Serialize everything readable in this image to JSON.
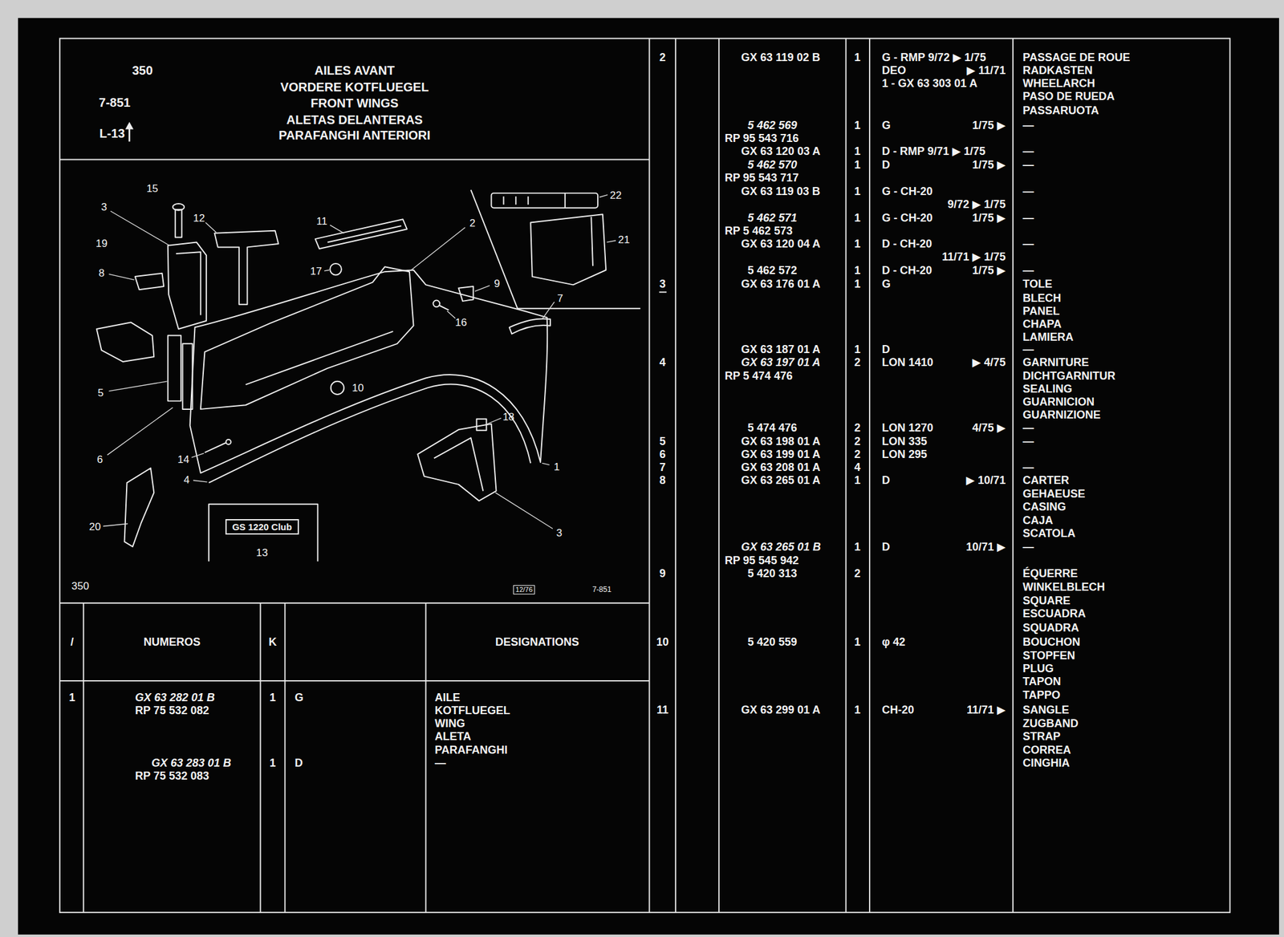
{
  "diagram": {
    "nodes": [
      {
        "text": [
          "350",
          "7-851",
          "L-13",
          "AILES AVANT",
          "VORDERE KOTFLUEGEL",
          "FRONT WINGS",
          "ALETAS DELANTERAS",
          "PARAFANGHI ANTERIORI"
        ]
      },
      {
        "text": [
          "GS 1220 Club"
        ]
      },
      {
        "text": [
          "12/76"
        ]
      }
    ],
    "labels": [
      "15",
      "3",
      "12",
      "11",
      "2",
      "22",
      "21",
      "19",
      "8",
      "17",
      "9",
      "7",
      "16",
      "5",
      "10",
      "18",
      "6",
      "14",
      "1",
      "4",
      "3",
      "20",
      "13",
      "350",
      "7-851",
      "/",
      "NUMEROS",
      "K",
      "DESIGNATIONS",
      "1",
      "GX 63 282 01 B",
      "RP 75 532 082",
      "1",
      "G",
      "AILE",
      "KOTFLUEGEL",
      "WING",
      "ALETA",
      "PARAFANGHI",
      "—",
      "GX 63 283 01 B",
      "RP 75 532 083",
      "1",
      "D",
      "2",
      "GX 63 119 02 B",
      "1",
      "G - RMP 9/72 ▶ 1/75",
      "PASSAGE DE ROUE",
      "DEO",
      "▶ 11/71",
      "RADKASTEN",
      "1 - GX 63 303 01 A",
      "WHEELARCH",
      "PASO DE RUEDA",
      "PASSARUOTA",
      "5 462 569",
      "1",
      "G",
      "1/75 ▶",
      "—",
      "RP 95 543 716",
      "GX 63 120 03 A",
      "1",
      "D - RMP 9/71 ▶ 1/75",
      "—",
      "5 462 570",
      "1",
      "D",
      "1/75 ▶",
      "—",
      "RP 95 543 717",
      "GX 63 119 03 B",
      "1",
      "G - CH-20",
      "—",
      "9/72 ▶ 1/75",
      "5 462 571",
      "1",
      "G - CH-20",
      "1/75 ▶",
      "—",
      "RP 5 462 573",
      "GX 63 120 04 A",
      "1",
      "D - CH-20",
      "—",
      "11/71 ▶ 1/75",
      "5 462 572",
      "1",
      "D - CH-20",
      "1/75 ▶",
      "—",
      "3",
      "GX 63 176 01 A",
      "1",
      "G",
      "TOLE",
      "BLECH",
      "PANEL",
      "CHAPA",
      "LAMIERA",
      "GX 63 187 01 A",
      "1",
      "D",
      "—",
      "4",
      "GX 63 197 01 A",
      "2",
      "LON 1410",
      "▶ 4/75",
      "GARNITURE",
      "RP 5 474 476",
      "DICHTGARNITUR",
      "SEALING",
      "GUARNICION",
      "GUARNIZIONE",
      "5 474 476",
      "2",
      "LON 1270",
      "4/75 ▶",
      "—",
      "5",
      "GX 63 198 01 A",
      "2",
      "LON 335",
      "—",
      "6",
      "GX 63 199 01 A",
      "2",
      "LON 295",
      "7",
      "GX 63 208 01 A",
      "4",
      "—",
      "8",
      "GX 63 265 01 A",
      "1",
      "D",
      "▶ 10/71",
      "CARTER",
      "GEHAEUSE",
      "CASING",
      "CAJA",
      "SCATOLA",
      "GX 63 265 01 B",
      "1",
      "D",
      "10/71 ▶",
      "—",
      "RP 95 545 942",
      "9",
      "5 420 313",
      "2",
      "ÉQUERRE",
      "WINKELBLECH",
      "SQUARE",
      "ESCUADRA",
      "SQUADRA",
      "10",
      "5 420 559",
      "1",
      "φ 42",
      "BOUCHON",
      "STOPFEN",
      "PLUG",
      "TAPON",
      "TAPPO",
      "11",
      "GX 63 299 01 A",
      "1",
      "CH-20",
      "11/71 ▶",
      "SANGLE",
      "ZUGBAND",
      "STRAP",
      "CORREA",
      "CINGHIA"
    ]
  }
}
